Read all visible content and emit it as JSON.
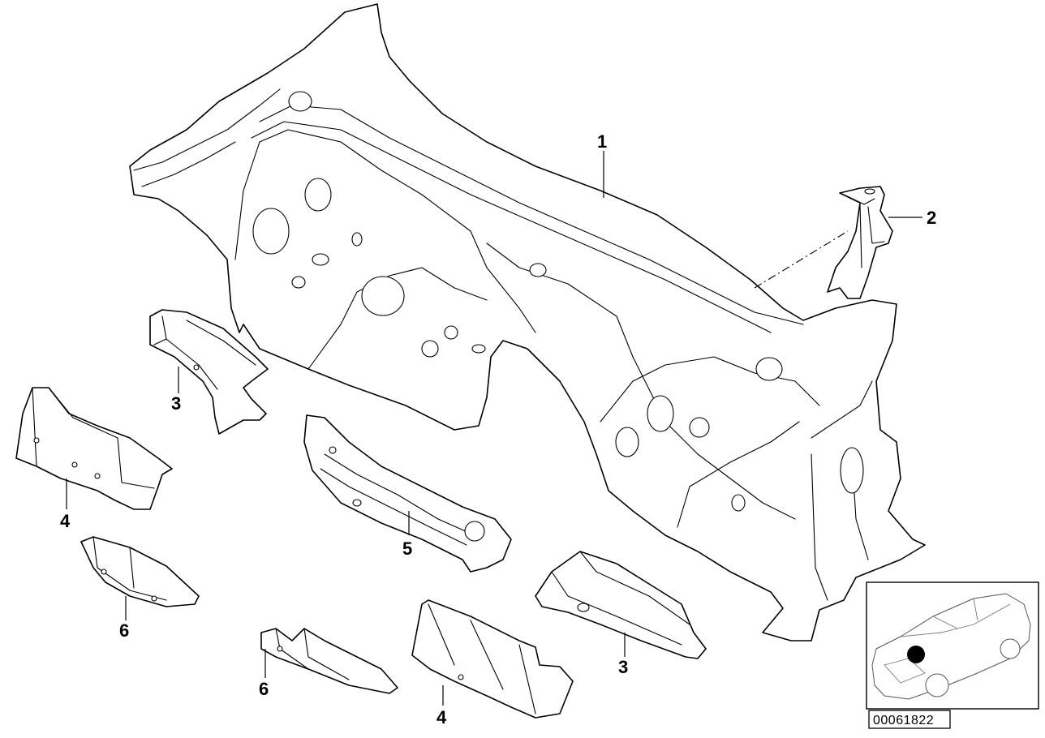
{
  "diagram": {
    "callouts": [
      {
        "id": "c1",
        "label": "1"
      },
      {
        "id": "c2",
        "label": "2"
      },
      {
        "id": "c3a",
        "label": "3"
      },
      {
        "id": "c3b",
        "label": "3"
      },
      {
        "id": "c4a",
        "label": "4"
      },
      {
        "id": "c4b",
        "label": "4"
      },
      {
        "id": "c5",
        "label": "5"
      },
      {
        "id": "c6a",
        "label": "6"
      },
      {
        "id": "c6b",
        "label": "6"
      }
    ],
    "reference_number": "00061822"
  }
}
